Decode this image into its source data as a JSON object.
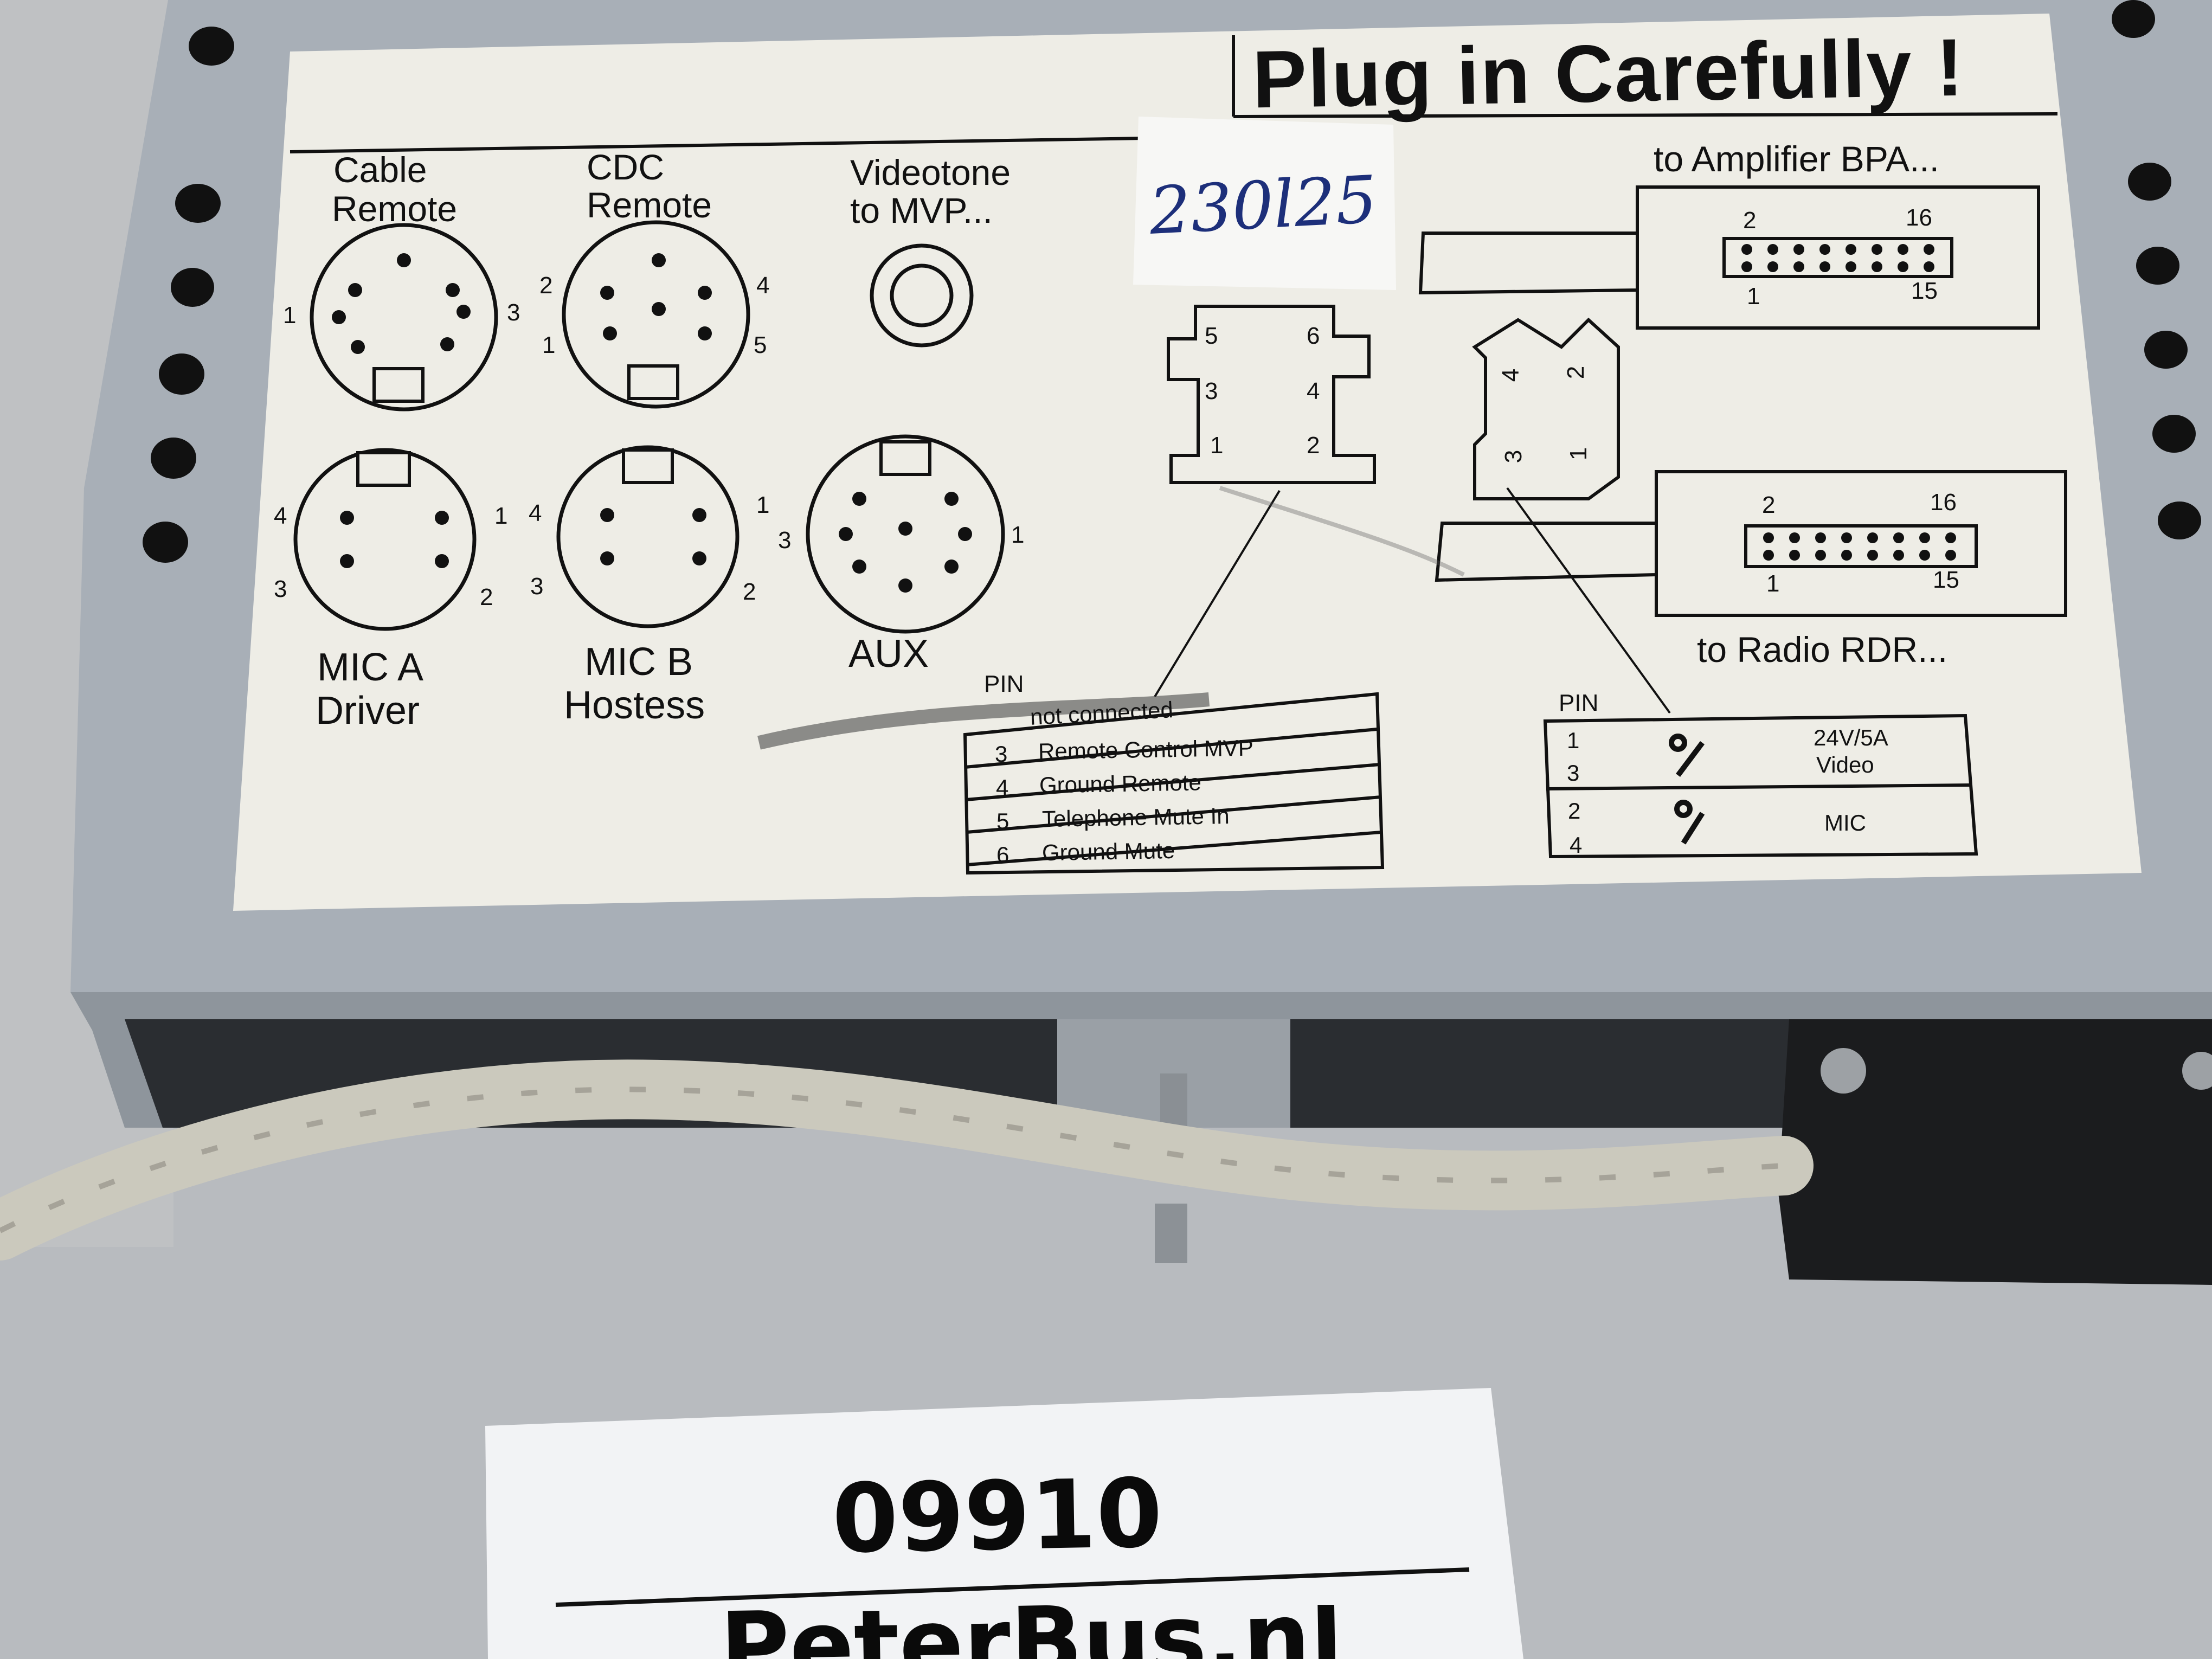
{
  "label": {
    "title": "Plug in Carefully !",
    "handwritten_note": "230l25",
    "connectors": {
      "cable_remote": {
        "line1": "Cable",
        "line2": "Remote",
        "pins": [
          "1",
          "3"
        ]
      },
      "cdc_remote": {
        "line1": "CDC",
        "line2": "Remote",
        "pins": [
          "2",
          "4",
          "1",
          "5"
        ]
      },
      "videotone": {
        "line1": "Videotone",
        "line2": "to MVP..."
      },
      "mic_a": {
        "line1": "MIC A",
        "line2": "Driver",
        "pins": [
          "4",
          "1",
          "3",
          "2"
        ]
      },
      "mic_b": {
        "line1": "MIC B",
        "line2": "Hostess",
        "pins": [
          "4",
          "1",
          "3",
          "2"
        ]
      },
      "aux": {
        "line1": "AUX",
        "pins": [
          "3",
          "1"
        ]
      }
    },
    "small_connector": {
      "pins": [
        "5",
        "6",
        "3",
        "4",
        "1",
        "2"
      ]
    },
    "rotated_connector": {
      "pins": [
        "4",
        "2",
        "3",
        "1"
      ]
    },
    "amplifier": {
      "label": "to Amplifier BPA...",
      "pins": [
        "2",
        "16",
        "1",
        "15"
      ]
    },
    "radio": {
      "label": "to Radio RDR...",
      "pins": [
        "2",
        "16",
        "1",
        "15"
      ]
    },
    "pin_table_left": {
      "header": "PIN",
      "rows": [
        {
          "pin": "",
          "desc": "not connected"
        },
        {
          "pin": "3",
          "desc": "Remote Control MVP"
        },
        {
          "pin": "4",
          "desc": "Ground Remote"
        },
        {
          "pin": "5",
          "desc": "Telephone Mute In"
        },
        {
          "pin": "6",
          "desc": "Ground Mute"
        }
      ]
    },
    "pin_table_right": {
      "header": "PIN",
      "rows": [
        {
          "pins": [
            "1",
            "3"
          ],
          "desc_line1": "24V/5A",
          "desc_line2": "Video"
        },
        {
          "pins": [
            "2",
            "4"
          ],
          "desc_line1": "MIC",
          "desc_line2": ""
        }
      ]
    }
  },
  "tag": {
    "code": "09910",
    "brand": "PeterBus.nl"
  },
  "colors": {
    "background": "#b9bcbf",
    "chassis": "#a9b0b8",
    "sticker": "#eeede6",
    "handwriting": "#1d2f7a",
    "cable": "#cfcdc0"
  }
}
